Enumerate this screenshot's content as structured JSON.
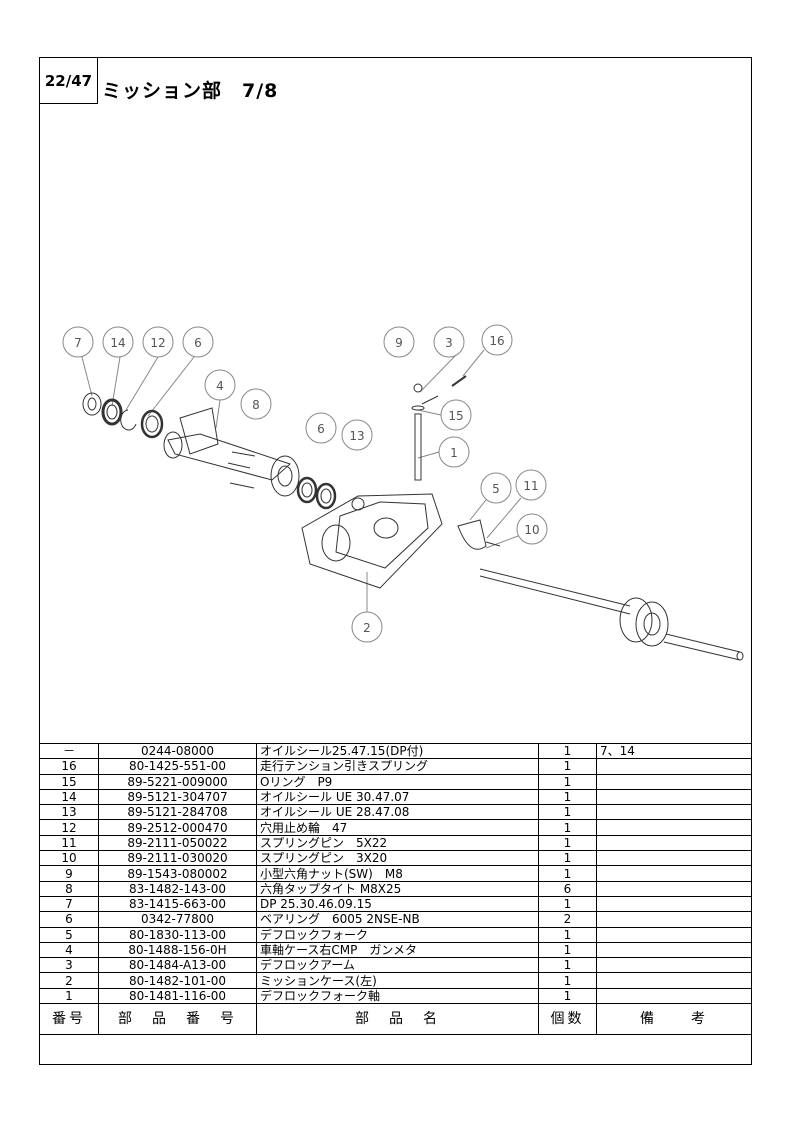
{
  "header": {
    "page": "22/47",
    "title": "ミッション部　7/8"
  },
  "diagram": {
    "callouts": [
      "7",
      "14",
      "12",
      "6",
      "4",
      "8",
      "6",
      "13",
      "9",
      "3",
      "16",
      "15",
      "1",
      "5",
      "11",
      "10",
      "2"
    ]
  },
  "table": {
    "headers": {
      "no": "番号",
      "part_number": "部　品　番　号",
      "name": "部　品　名",
      "qty": "個数",
      "note": "備　　考"
    },
    "rows": [
      {
        "no": "－",
        "part_number": "0244-08000",
        "name": "オイルシール25.47.15(DP付)",
        "qty": "1",
        "note": "7、14"
      },
      {
        "no": "16",
        "part_number": "80-1425-551-00",
        "name": "走行テンション引きスプリング",
        "qty": "1",
        "note": ""
      },
      {
        "no": "15",
        "part_number": "89-5221-009000",
        "name": "Oリング　P9",
        "qty": "1",
        "note": ""
      },
      {
        "no": "14",
        "part_number": "89-5121-304707",
        "name": "オイルシール UE 30.47.07",
        "qty": "1",
        "note": ""
      },
      {
        "no": "13",
        "part_number": "89-5121-284708",
        "name": "オイルシール UE 28.47.08",
        "qty": "1",
        "note": ""
      },
      {
        "no": "12",
        "part_number": "89-2512-000470",
        "name": "穴用止め輪　47",
        "qty": "1",
        "note": ""
      },
      {
        "no": "11",
        "part_number": "89-2111-050022",
        "name": "スプリングピン　5X22",
        "qty": "1",
        "note": ""
      },
      {
        "no": "10",
        "part_number": "89-2111-030020",
        "name": "スプリングピン　3X20",
        "qty": "1",
        "note": ""
      },
      {
        "no": "9",
        "part_number": "89-1543-080002",
        "name": "小型六角ナット(SW)　M8",
        "qty": "1",
        "note": ""
      },
      {
        "no": "8",
        "part_number": "83-1482-143-00",
        "name": "六角タップタイト M8X25",
        "qty": "6",
        "note": ""
      },
      {
        "no": "7",
        "part_number": "83-1415-663-00",
        "name": "DP 25.30.46.09.15",
        "qty": "1",
        "note": ""
      },
      {
        "no": "6",
        "part_number": "0342-77800",
        "name": "ベアリング　6005 2NSE-NB",
        "qty": "2",
        "note": ""
      },
      {
        "no": "5",
        "part_number": "80-1830-113-00",
        "name": "デフロックフォーク",
        "qty": "1",
        "note": ""
      },
      {
        "no": "4",
        "part_number": "80-1488-156-0H",
        "name": "車軸ケース右CMP　ガンメタ",
        "qty": "1",
        "note": ""
      },
      {
        "no": "3",
        "part_number": "80-1484-A13-00",
        "name": "デフロックアーム",
        "qty": "1",
        "note": ""
      },
      {
        "no": "2",
        "part_number": "80-1482-101-00",
        "name": "ミッションケース(左)",
        "qty": "1",
        "note": ""
      },
      {
        "no": "1",
        "part_number": "80-1481-116-00",
        "name": "デフロックフォーク軸",
        "qty": "1",
        "note": ""
      }
    ]
  }
}
